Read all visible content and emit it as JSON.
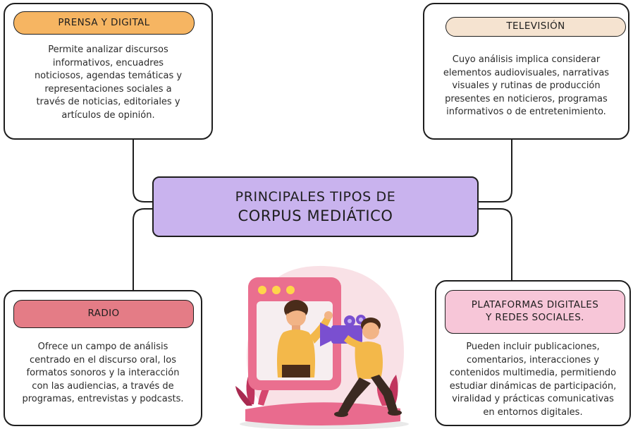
{
  "center": {
    "line1": "PRINCIPALES TIPOS DE",
    "line2": "CORPUS MEDIÁTICO"
  },
  "nodes": {
    "prensa": {
      "title": "PRENSA Y DIGITAL",
      "lines": [
        "Permite analizar discursos",
        "informativos, encuadres",
        "noticiosos, agendas temáticas y",
        "representaciones sociales a",
        "través de noticias, editoriales y",
        "artículos de opinión."
      ]
    },
    "television": {
      "title": "TELEVISIÓN",
      "lines": [
        "Cuyo análisis implica considerar",
        "elementos audiovisuales, narrativas",
        "visuales y rutinas de producción",
        "presentes en noticieros, programas",
        "informativos o de entretenimiento."
      ]
    },
    "radio": {
      "title": "RADIO",
      "lines": [
        "Ofrece un campo de análisis",
        "centrado en el discurso oral, los",
        "formatos sonoros y la interacción",
        "con las audiencias, a través de",
        "programas, entrevistas y podcasts."
      ]
    },
    "plataformas": {
      "title_line1": "PLATAFORMAS DIGITALES",
      "title_line2": "Y REDES SOCIALES.",
      "lines": [
        "Pueden incluir publicaciones,",
        "comentarios, interacciones y",
        "contenidos multimedia, permitiendo",
        "estudiar dinámicas de participación,",
        "viralidad y prácticas comunicativas",
        "en entornos digitales."
      ]
    }
  },
  "colors": {
    "prensa_pill": "#f6b562",
    "television_pill": "#f5e3d0",
    "radio_pill": "#e47c86",
    "plataformas_pill": "#f7c6d8",
    "center_box": "#c9b3ee",
    "outline": "#1e1e1e"
  },
  "illustration": {
    "icon": "video-recording-illustration-icon"
  }
}
